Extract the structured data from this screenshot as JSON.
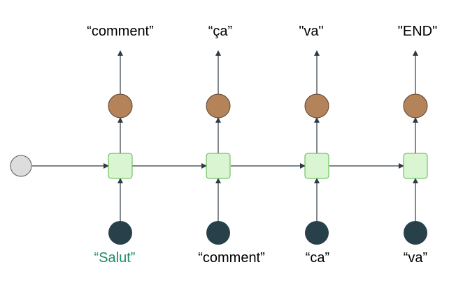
{
  "diagram": {
    "type": "rnn-decoder-unrolled",
    "outputs": [
      "“comment”",
      "“ça”",
      "\"va\"",
      "\"END\""
    ],
    "inputs": [
      "“Salut”",
      "“comment”",
      "“ca”",
      "“va”"
    ],
    "colors": {
      "output_node": "#b5835a",
      "output_node_stroke": "#5a4130",
      "hidden_cell_fill": "#d9f5d1",
      "hidden_cell_stroke": "#5cb44a",
      "input_node": "#27404a",
      "initial_state_fill": "#dddddd",
      "initial_state_stroke": "#555555",
      "arrow": "#2f3b44",
      "highlight_input_text": "#1b8a6b",
      "text": "#000000"
    },
    "highlighted_input_index": 0
  }
}
